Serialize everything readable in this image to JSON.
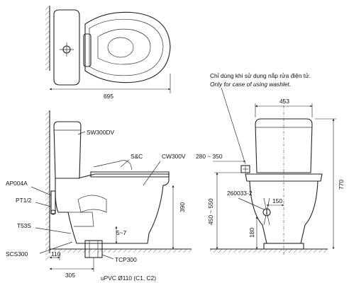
{
  "labels": {
    "dim_top_width": "695",
    "sw300dv": "SW300DV",
    "sc": "S&C",
    "cw300v": "CW300V",
    "ap004a": "AP004A",
    "pt12": "PT1/2",
    "t53s": "T53S",
    "scs300": "SCS300",
    "d110": "110",
    "d305": "305",
    "d390": "390",
    "d57": "5~7",
    "tcp300": "TCP300",
    "upvc": "uPVC Ø110 (C1, C2)",
    "d453": "453",
    "d280_350": "280 ~ 350",
    "d260033": "260033-2",
    "d150": "150",
    "d450_550": "450 ~ 550",
    "d180": "180",
    "d770": "770"
  },
  "note": {
    "vi": "Chỉ dùng khi sử dụng nắp rửa điện tử.",
    "en": "Only for case of using washlet."
  }
}
